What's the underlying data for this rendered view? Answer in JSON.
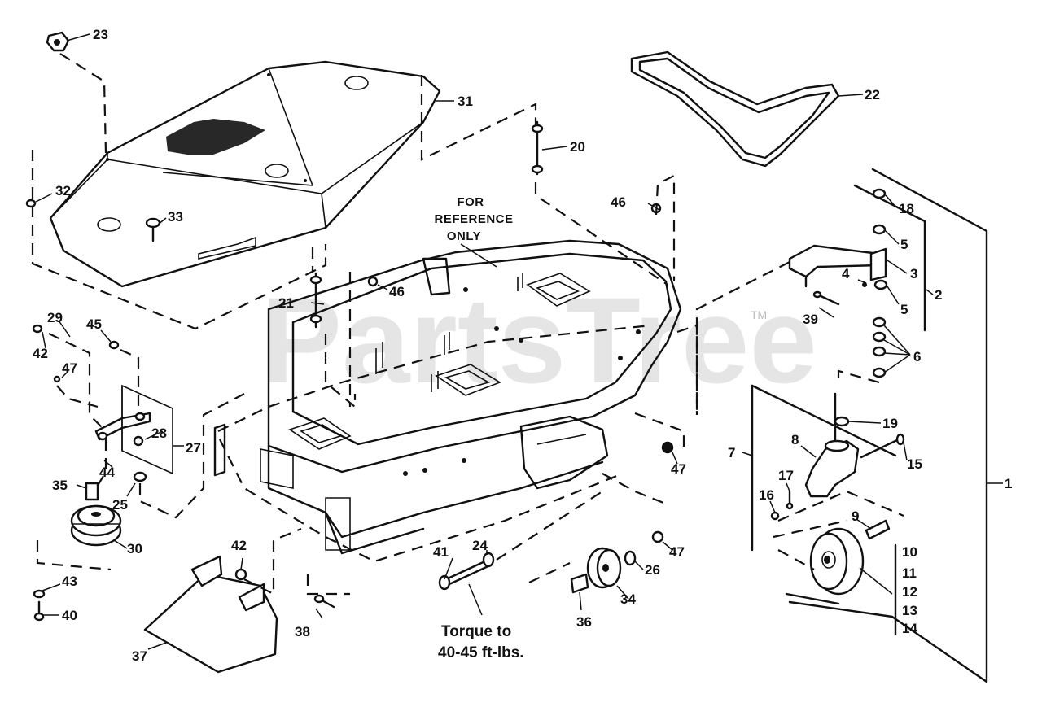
{
  "watermark": {
    "text": "PartsTree",
    "trademark": "TM"
  },
  "note_reference": [
    "FOR",
    "REFERENCE",
    "ONLY"
  ],
  "note_torque": [
    "Torque to",
    "40-45 ft-lbs."
  ],
  "callouts": {
    "c1": "1",
    "c2": "2",
    "c3": "3",
    "c4": "4",
    "c5a": "5",
    "c5b": "5",
    "c6": "6",
    "c7": "7",
    "c8": "8",
    "c9": "9",
    "c10": "10",
    "c11": "11",
    "c12": "12",
    "c13": "13",
    "c14": "14",
    "c15": "15",
    "c16": "16",
    "c17": "17",
    "c18": "18",
    "c19": "19",
    "c20": "20",
    "c21": "21",
    "c22": "22",
    "c23": "23",
    "c24": "24",
    "c25": "25",
    "c26": "26",
    "c27": "27",
    "c28": "28",
    "c29": "29",
    "c30": "30",
    "c31": "31",
    "c32": "32",
    "c33": "33",
    "c34": "34",
    "c35": "35",
    "c36": "36",
    "c37": "37",
    "c38": "38",
    "c39": "39",
    "c40": "40",
    "c41": "41",
    "c42a": "42",
    "c42b": "42",
    "c43": "43",
    "c44": "44",
    "c45": "45",
    "c46a": "46",
    "c46b": "46",
    "c47a": "47",
    "c47b": "47",
    "c47c": "47"
  }
}
